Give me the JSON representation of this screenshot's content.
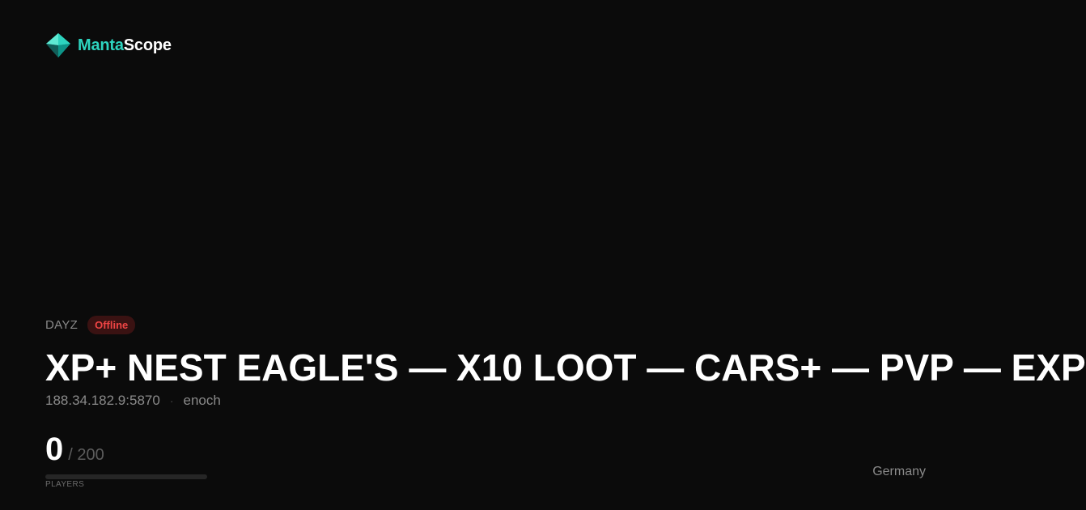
{
  "brand": {
    "name_accent": "Manta",
    "name_rest": "Scope",
    "logo_icon": "manta-diamond-icon",
    "accent_color": "#2dd4bf"
  },
  "server": {
    "game": "DAYZ",
    "status": "Offline",
    "status_color": "#ef4444",
    "title": "XP+ NEST EAGLE'S — X10 LOOT — CARS+ — PVP — EXP",
    "address": "188.34.182.9:5870",
    "separator": "·",
    "map": "enoch",
    "country": "Germany"
  },
  "players": {
    "current": "0",
    "max": "/ 200",
    "label": "PLAYERS",
    "fill_fraction": 0
  }
}
